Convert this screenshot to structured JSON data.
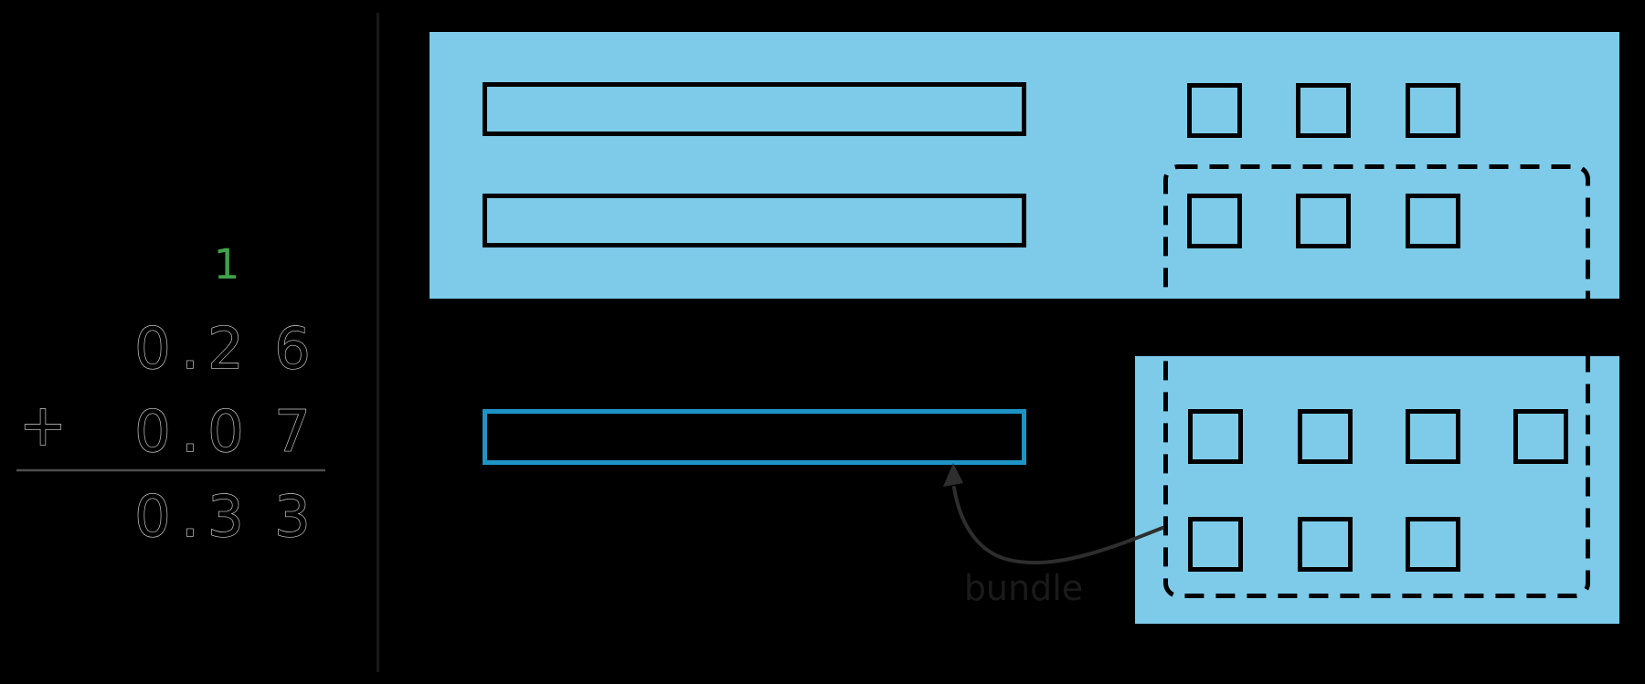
{
  "math_work": {
    "carry_digit": "1",
    "addend1": "0.26",
    "operator": "+",
    "addend2": "0.07",
    "sum": "0.33"
  },
  "diagram": {
    "bundle_label": "bundle",
    "top_panel": {
      "rod_count": 2,
      "square_rows": [
        3,
        3
      ]
    },
    "bottom_panel": {
      "highlighted_rod_count": 1,
      "square_rows": [
        4,
        3
      ]
    }
  },
  "colors": {
    "background": "#000000",
    "panel_blue": "#7dcbe9",
    "block_outline": "#000000",
    "highlight_cyan": "#1e94c6",
    "carry_green": "#3fa24a",
    "digit_fill": "#000000",
    "digit_halo": "rgba(255,255,255,0.82)",
    "sum_line_gray": "#4f4f4f",
    "divider_gray": "#1a1a1a",
    "arrow_gray": "#2e2e2e",
    "bundle_text": "#1a1a1a"
  }
}
